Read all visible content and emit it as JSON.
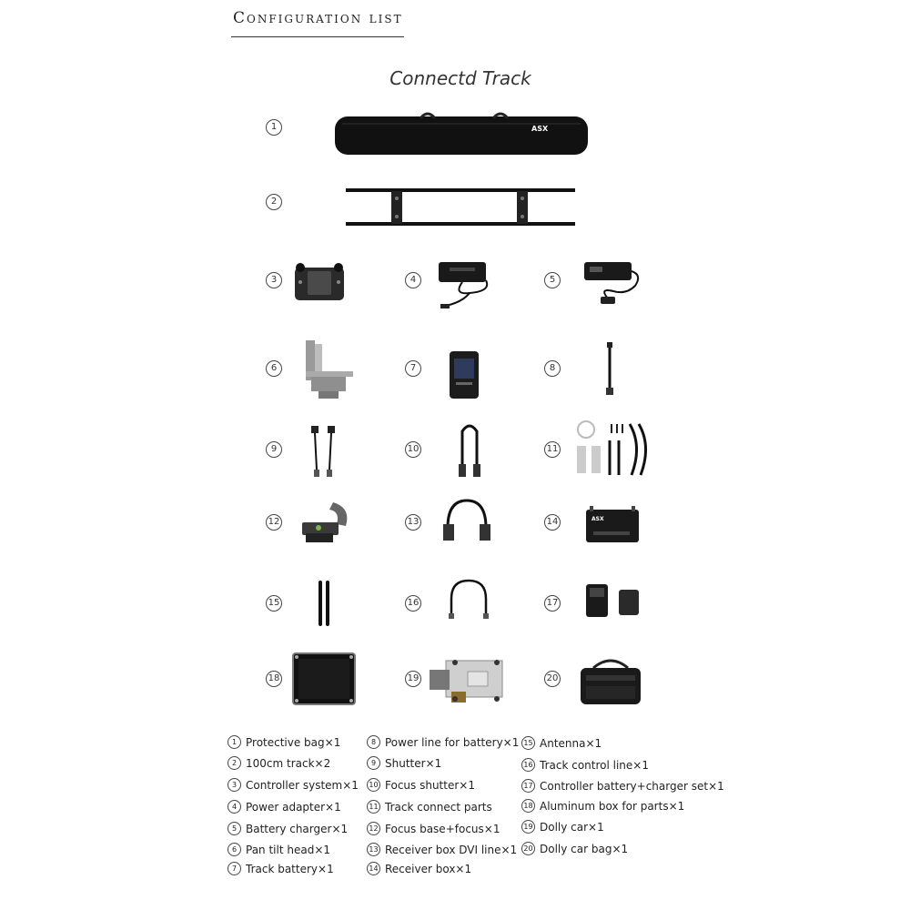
{
  "heading": "Configuration list",
  "subtitle": "Connectd Track",
  "photo_numbers": [
    "1",
    "2",
    "3",
    "4",
    "5",
    "6",
    "7",
    "8",
    "9",
    "10",
    "11",
    "12",
    "13",
    "14",
    "15",
    "16",
    "17",
    "18",
    "19",
    "20"
  ],
  "brand_mark": "ASX",
  "items": [
    {
      "num": "1",
      "label": "Protective bag×1"
    },
    {
      "num": "2",
      "label": "100cm track×2"
    },
    {
      "num": "3",
      "label": "Controller system×1"
    },
    {
      "num": "4",
      "label": "Power adapter×1"
    },
    {
      "num": "5",
      "label": "Battery charger×1"
    },
    {
      "num": "6",
      "label": "Pan tilt head×1"
    },
    {
      "num": "7",
      "label": "Track battery×1"
    },
    {
      "num": "8",
      "label": "Power line for battery×1"
    },
    {
      "num": "9",
      "label": "Shutter×1"
    },
    {
      "num": "10",
      "label": "Focus shutter×1"
    },
    {
      "num": "11",
      "label": "Track connect parts"
    },
    {
      "num": "12",
      "label": "Focus base+focus×1"
    },
    {
      "num": "13",
      "label": "Receiver box DVI line×1"
    },
    {
      "num": "14",
      "label": "Receiver box×1"
    },
    {
      "num": "15",
      "label": "Antenna×1"
    },
    {
      "num": "16",
      "label": "Track control line×1"
    },
    {
      "num": "17",
      "label": "Controller battery+charger set×1"
    },
    {
      "num": "18",
      "label": "Aluminum box for parts×1"
    },
    {
      "num": "19",
      "label": "Dolly car×1"
    },
    {
      "num": "20",
      "label": "Dolly car bag×1"
    }
  ]
}
